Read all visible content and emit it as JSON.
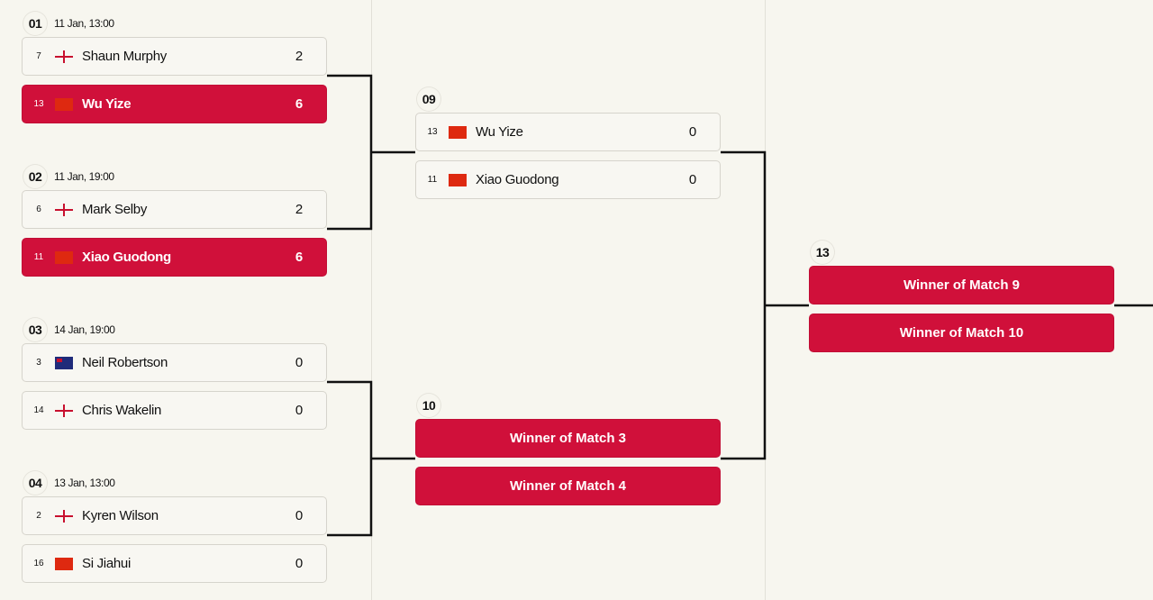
{
  "accent_color": "#d0103a",
  "rounds": [
    {
      "matches": [
        {
          "number": "01",
          "date": "11 Jan, 13:00",
          "players": [
            {
              "seed": "7",
              "flag": "eng",
              "name": "Shaun Murphy",
              "score": "2",
              "winner": false
            },
            {
              "seed": "13",
              "flag": "chn",
              "name": "Wu Yize",
              "score": "6",
              "winner": true
            }
          ]
        },
        {
          "number": "02",
          "date": "11 Jan, 19:00",
          "players": [
            {
              "seed": "6",
              "flag": "eng",
              "name": "Mark Selby",
              "score": "2",
              "winner": false
            },
            {
              "seed": "11",
              "flag": "chn",
              "name": "Xiao Guodong",
              "score": "6",
              "winner": true
            }
          ]
        },
        {
          "number": "03",
          "date": "14 Jan, 19:00",
          "players": [
            {
              "seed": "3",
              "flag": "aus",
              "name": "Neil Robertson",
              "score": "0",
              "winner": false
            },
            {
              "seed": "14",
              "flag": "eng",
              "name": "Chris Wakelin",
              "score": "0",
              "winner": false
            }
          ]
        },
        {
          "number": "04",
          "date": "13 Jan, 13:00",
          "players": [
            {
              "seed": "2",
              "flag": "eng",
              "name": "Kyren Wilson",
              "score": "0",
              "winner": false
            },
            {
              "seed": "16",
              "flag": "chn",
              "name": "Si Jiahui",
              "score": "0",
              "winner": false
            }
          ]
        }
      ]
    },
    {
      "matches": [
        {
          "number": "09",
          "date": "",
          "players": [
            {
              "seed": "13",
              "flag": "chn",
              "name": "Wu Yize",
              "score": "0",
              "winner": false
            },
            {
              "seed": "11",
              "flag": "chn",
              "name": "Xiao Guodong",
              "score": "0",
              "winner": false
            }
          ]
        },
        {
          "number": "10",
          "date": "",
          "players": [
            {
              "placeholder": "Winner of Match 3"
            },
            {
              "placeholder": "Winner of Match 4"
            }
          ]
        }
      ]
    },
    {
      "matches": [
        {
          "number": "13",
          "date": "",
          "players": [
            {
              "placeholder": "Winner of Match 9"
            },
            {
              "placeholder": "Winner of Match 10"
            }
          ]
        }
      ]
    }
  ]
}
